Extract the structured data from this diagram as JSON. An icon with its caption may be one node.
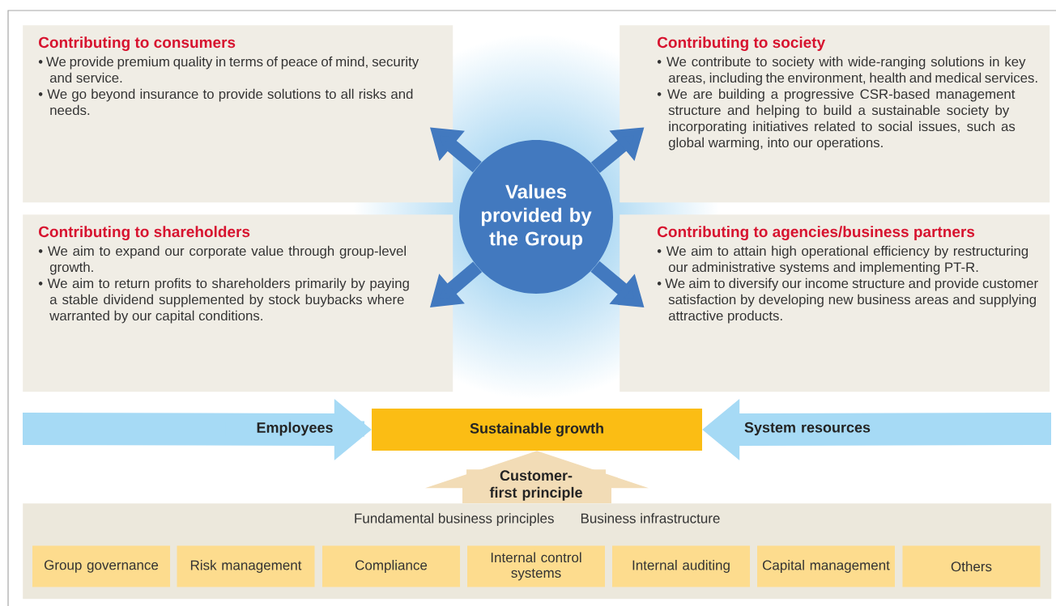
{
  "diagram": {
    "nodes": [
      {
        "text": [
          "Contributing to consumers",
          "• We provide premium quality in terms of peace of mind, security and service.",
          "• We go beyond insurance to provide solutions to all risks and needs."
        ]
      },
      {
        "text": [
          "Contributing to society",
          "• We contribute to society with wide-ranging solutions in key areas, including the environment, health and medical services.",
          "• We are building a progressive CSR-based management structure and helping to build a sustainable society by incorporating initiatives related to social issues, such as global warming, into our operations."
        ]
      },
      {
        "text": [
          "Contributing to shareholders",
          "• We aim to expand our corporate value through group-level growth.",
          "• We aim to return profits to shareholders primarily by paying a stable dividend supplemented by stock buybacks where warranted by our capital conditions."
        ]
      },
      {
        "text": [
          "Contributing to agencies/business partners",
          "• We aim to attain high operational efficiency by restructuring our administrative systems and implementing PT-R.",
          "• We aim to diversify our income structure and provide customer satisfaction by developing new business areas and supplying attractive products."
        ]
      },
      {
        "text": [
          "Values provided by the Group"
        ]
      },
      {
        "text": [
          "Sustainable growth"
        ]
      },
      {
        "text": [
          "Fundamental business principles",
          "Business infrastructure"
        ]
      },
      {
        "text": [
          "Group governance"
        ],
        "in": 6
      },
      {
        "text": [
          "Risk management"
        ],
        "in": 6
      },
      {
        "text": [
          "Compliance"
        ],
        "in": 6
      },
      {
        "text": [
          "Internal control systems"
        ],
        "in": 6
      },
      {
        "text": [
          "Internal auditing"
        ],
        "in": 6
      },
      {
        "text": [
          "Capital management"
        ],
        "in": 6
      },
      {
        "text": [
          "Others"
        ],
        "in": 6
      }
    ],
    "edges": [
      {
        "from": 4,
        "to": 0,
        "arrow": "to"
      },
      {
        "from": 4,
        "to": 1,
        "arrow": "to"
      },
      {
        "from": 4,
        "to": 2,
        "arrow": "to"
      },
      {
        "from": 4,
        "to": 3,
        "arrow": "to"
      },
      {
        "from": null,
        "to": 5,
        "arrow": "to",
        "label": "Employees",
        "style": "thick",
        "color": "#a6daf5"
      },
      {
        "from": null,
        "to": 5,
        "arrow": "to",
        "label": "System resources",
        "style": "thick",
        "color": "#a6daf5"
      },
      {
        "from": 6,
        "to": 5,
        "arrow": "to",
        "label": "Customer-first principle",
        "style": "thick",
        "color": "#f2dcb6"
      }
    ]
  }
}
